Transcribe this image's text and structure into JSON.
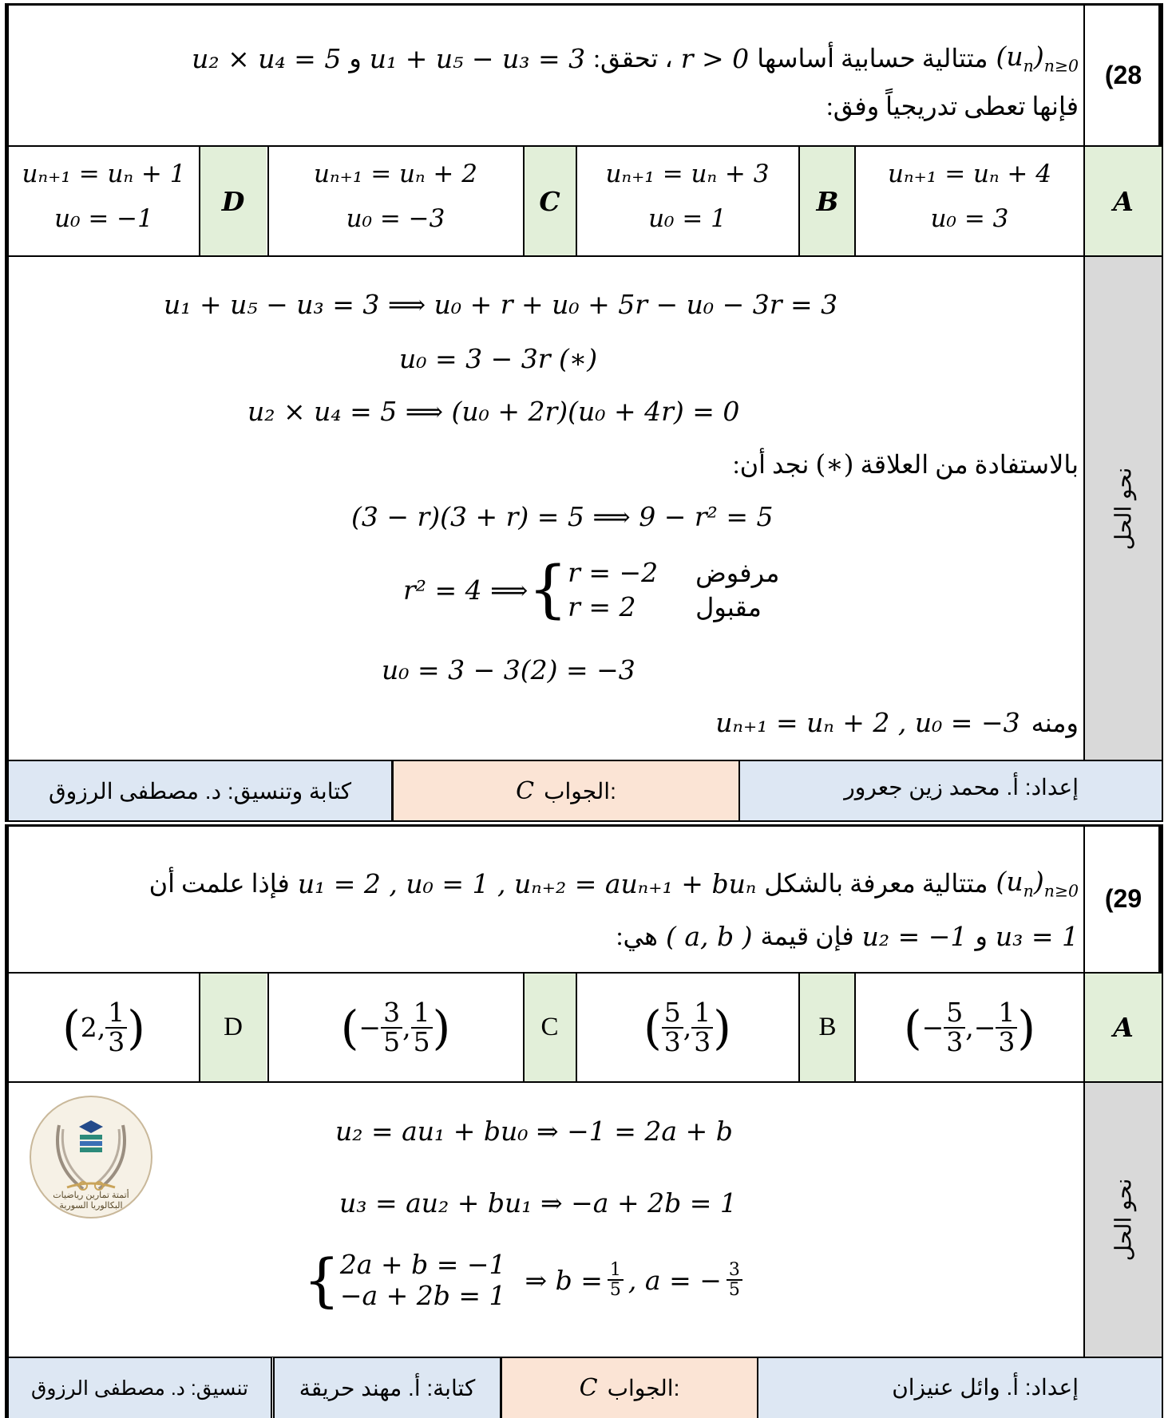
{
  "q28": {
    "number": "(28",
    "statement_line1_math_right": "(u_n)_{n≥0}",
    "statement_line1_ar": "متتالية حسابية أساسها",
    "statement_line1_cond": "r > 0",
    "statement_line1_ar2": "، تحقق:",
    "statement_line1_eq1": "u₁ + u₅ − u₃ = 3",
    "statement_line1_and": "و",
    "statement_line1_eq2": "u₂ × u₄ = 5",
    "statement_line2": "فإنها تعطى تدريجياً وفق:",
    "options": [
      {
        "letter": "A",
        "line1": "uₙ₊₁ = uₙ + 4",
        "line2": "u₀ = 3"
      },
      {
        "letter": "B",
        "line1": "uₙ₊₁ = uₙ + 3",
        "line2": "u₀ = 1"
      },
      {
        "letter": "C",
        "line1": "uₙ₊₁ = uₙ + 2",
        "line2": "u₀ = −3"
      },
      {
        "letter": "D",
        "line1": "uₙ₊₁ = uₙ + 1",
        "line2": "u₀ = −1"
      }
    ],
    "solution_label": "نحو الحل",
    "solution": {
      "l1": "u₁ + u₅ − u₃ = 3   ⟹ u₀ + r + u₀ + 5r − u₀ − 3r = 3",
      "l2": "u₀ = 3 − 3r   (∗)",
      "l3": "u₂ × u₄ = 5   ⟹ (u₀ + 2r)(u₀ + 4r) = 0",
      "l4_ar": "بالاستفادة من العلاقة",
      "l4_star": "(∗)",
      "l4_ar2": "نجد أن:",
      "l5": "(3 − r)(3 + r) = 5   ⟹   9 − r² = 5",
      "l6_left": "r² = 4  ⟹",
      "l6_case1": "r = −2",
      "l6_case1_ar": "مرفوض",
      "l6_case2": "r = 2",
      "l6_case2_ar": "مقبول",
      "l7": "u₀ = 3 − 3(2) = −3",
      "l8_ar": "ومنه",
      "l8_math": "uₙ₊₁ = uₙ + 2 ,  u₀ = −3"
    },
    "footer": {
      "prepared": "إعداد: أ. محمد زين جعرور",
      "answer_label": "الجواب:",
      "answer": "C",
      "writing": "كتابة وتنسيق: د. مصطفى الرزوق"
    }
  },
  "q29": {
    "number": "(29",
    "line1_math_right": "(u_n)_{n≥0}",
    "line1_ar": "متتالية معرفة بالشكل",
    "line1_eq": "u₁ = 2 ,  u₀ = 1  ,  uₙ₊₂ = auₙ₊₁ + buₙ",
    "line1_ar2": "فإذا علمت أن",
    "line2_eq1": "u₃ = 1",
    "line2_and": "و",
    "line2_eq2": "u₂ = −1",
    "line2_ar": "فإن قيمة",
    "line2_pair": "( a, b )",
    "line2_ar2": "هي:",
    "options": [
      {
        "letter": "A",
        "num1": "5",
        "den1": "3",
        "num2": "1",
        "den2": "3",
        "s1": "−",
        "s2": "−"
      },
      {
        "letter": "B",
        "num1": "5",
        "den1": "3",
        "num2": "1",
        "den2": "3",
        "s1": "",
        "s2": ""
      },
      {
        "letter": "C",
        "num1": "3",
        "den1": "5",
        "num2": "1",
        "den2": "5",
        "s1": "−",
        "s2": ""
      },
      {
        "letter": "D",
        "first": "2",
        "num2": "1",
        "den2": "3"
      }
    ],
    "solution_label": "نحو الحل",
    "solution": {
      "l1": "u₂ = au₁ + bu₀  ⇒  −1 = 2a + b",
      "l2": "u₃ = au₂ + bu₁ ⇒  −a + 2b = 1",
      "sys1": "2a + b = −1",
      "sys2": "−a + 2b = 1",
      "res_prefix": "⇒ b =",
      "b_num": "1",
      "b_den": "5",
      "res_mid": ", a = −",
      "a_num": "3",
      "a_den": "5"
    },
    "logo": {
      "line1": "أتمتة تمارين رياضيات",
      "line2": "البكالوريا السورية"
    },
    "footer": {
      "prepared": "إعداد: أ. وائل عنيزان",
      "answer_label": "الجواب:",
      "answer": "C",
      "writing": "كتابة: أ. مهند حريقة",
      "coord": "تنسيق: د. مصطفى الرزوق"
    }
  },
  "colors": {
    "green": "#e2efd9",
    "gray": "#d9d9d9",
    "blue": "#dde7f3",
    "peach": "#fbe4d5"
  }
}
